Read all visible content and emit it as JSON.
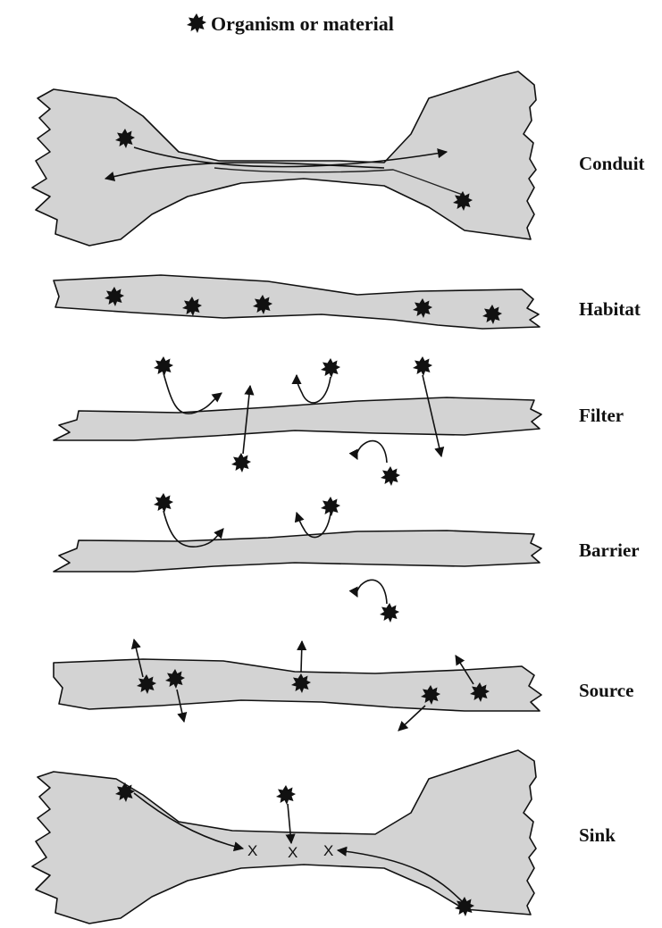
{
  "legend": {
    "text": "Organism or material",
    "icon": "organism-icon"
  },
  "panels": [
    {
      "id": "conduit",
      "label": "Conduit"
    },
    {
      "id": "habitat",
      "label": "Habitat"
    },
    {
      "id": "filter",
      "label": "Filter"
    },
    {
      "id": "barrier",
      "label": "Barrier"
    },
    {
      "id": "source",
      "label": "Source"
    },
    {
      "id": "sink",
      "label": "Sink"
    }
  ],
  "sink_marks": [
    "X",
    "X",
    "X"
  ],
  "colors": {
    "corridor_fill": "#d3d3d3",
    "ink": "#111111"
  }
}
